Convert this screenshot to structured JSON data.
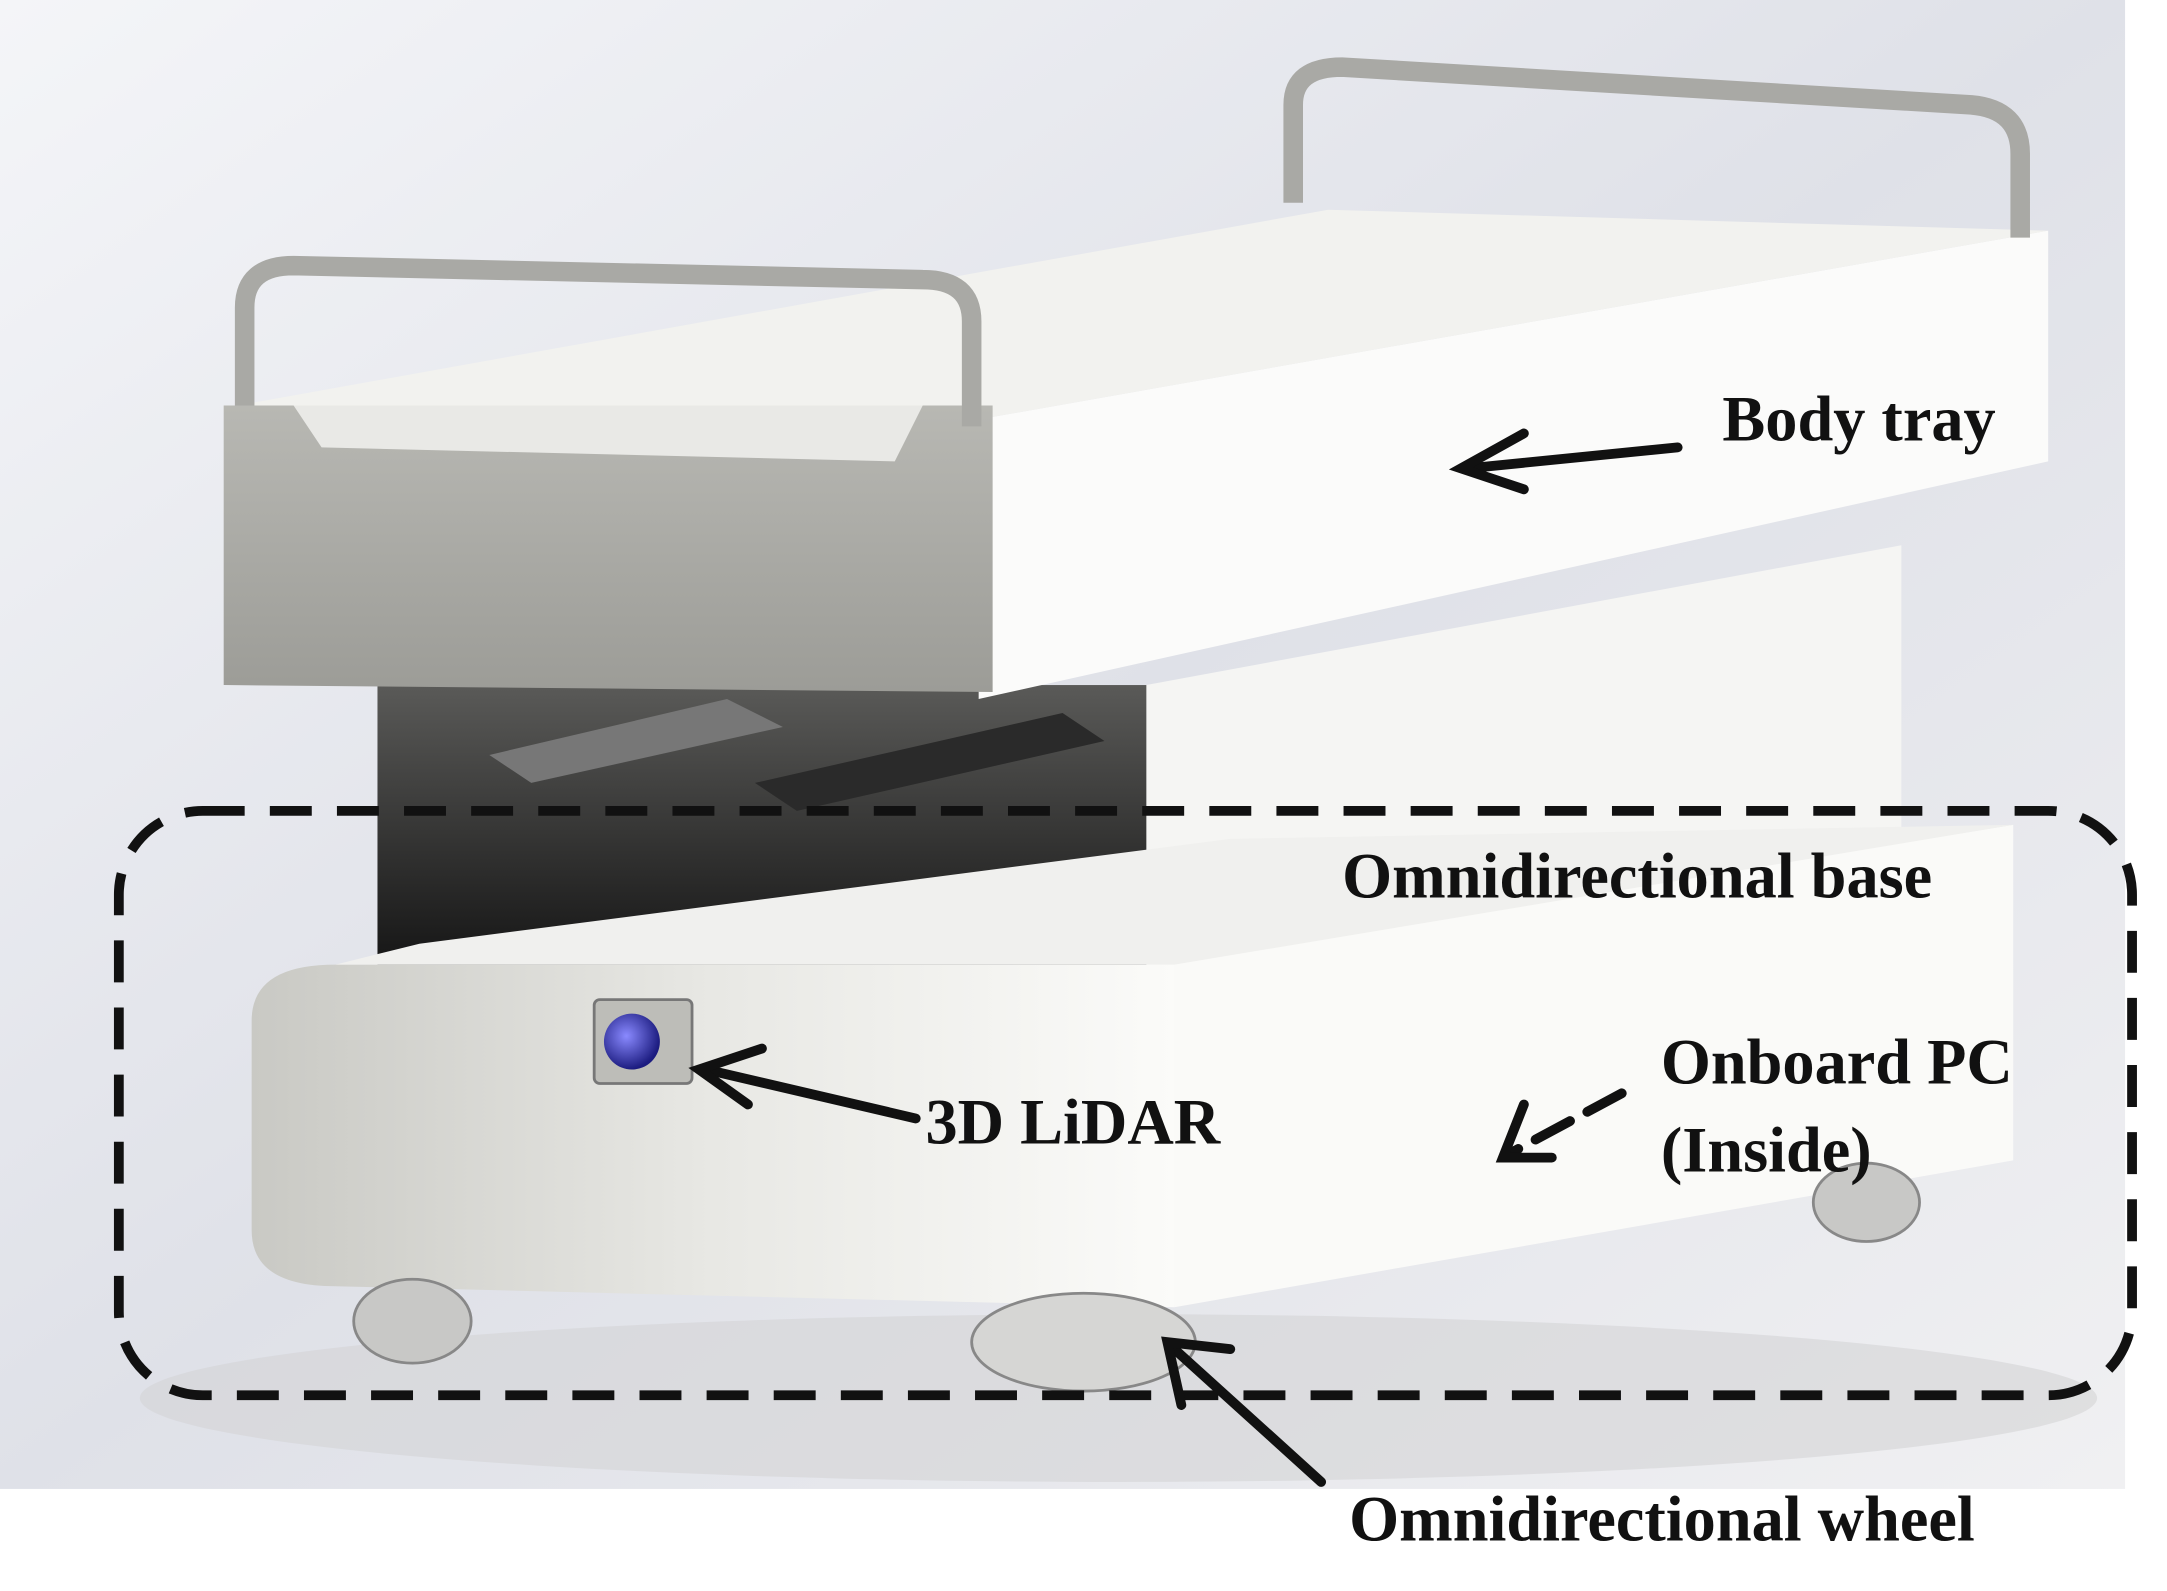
{
  "labels": {
    "body_tray": "Body tray",
    "omni_base": "Omnidirectional base",
    "onboard_pc_line1": "Onboard PC",
    "onboard_pc_line2": "(Inside)",
    "lidar": "3D LiDAR",
    "omni_wheel": "Omnidirectional wheel"
  },
  "colors": {
    "lidar_lens": "#2a2aa0",
    "annotation": "#111111"
  }
}
